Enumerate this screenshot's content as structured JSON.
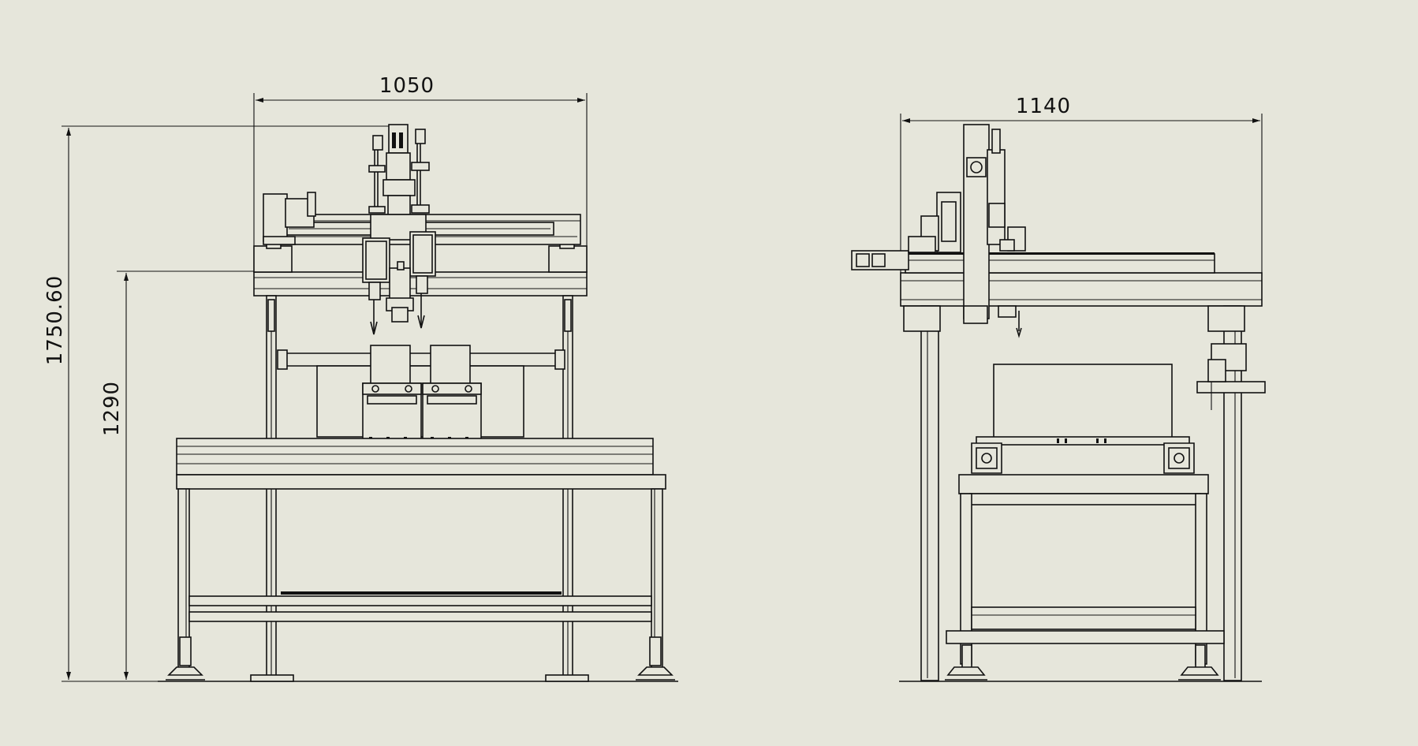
{
  "background_color": "#e6e6db",
  "line_color": "#111111",
  "dimensions": {
    "front_width": "1050",
    "front_total_height": "1750.60",
    "front_table_height": "1290",
    "side_width": "1140"
  }
}
